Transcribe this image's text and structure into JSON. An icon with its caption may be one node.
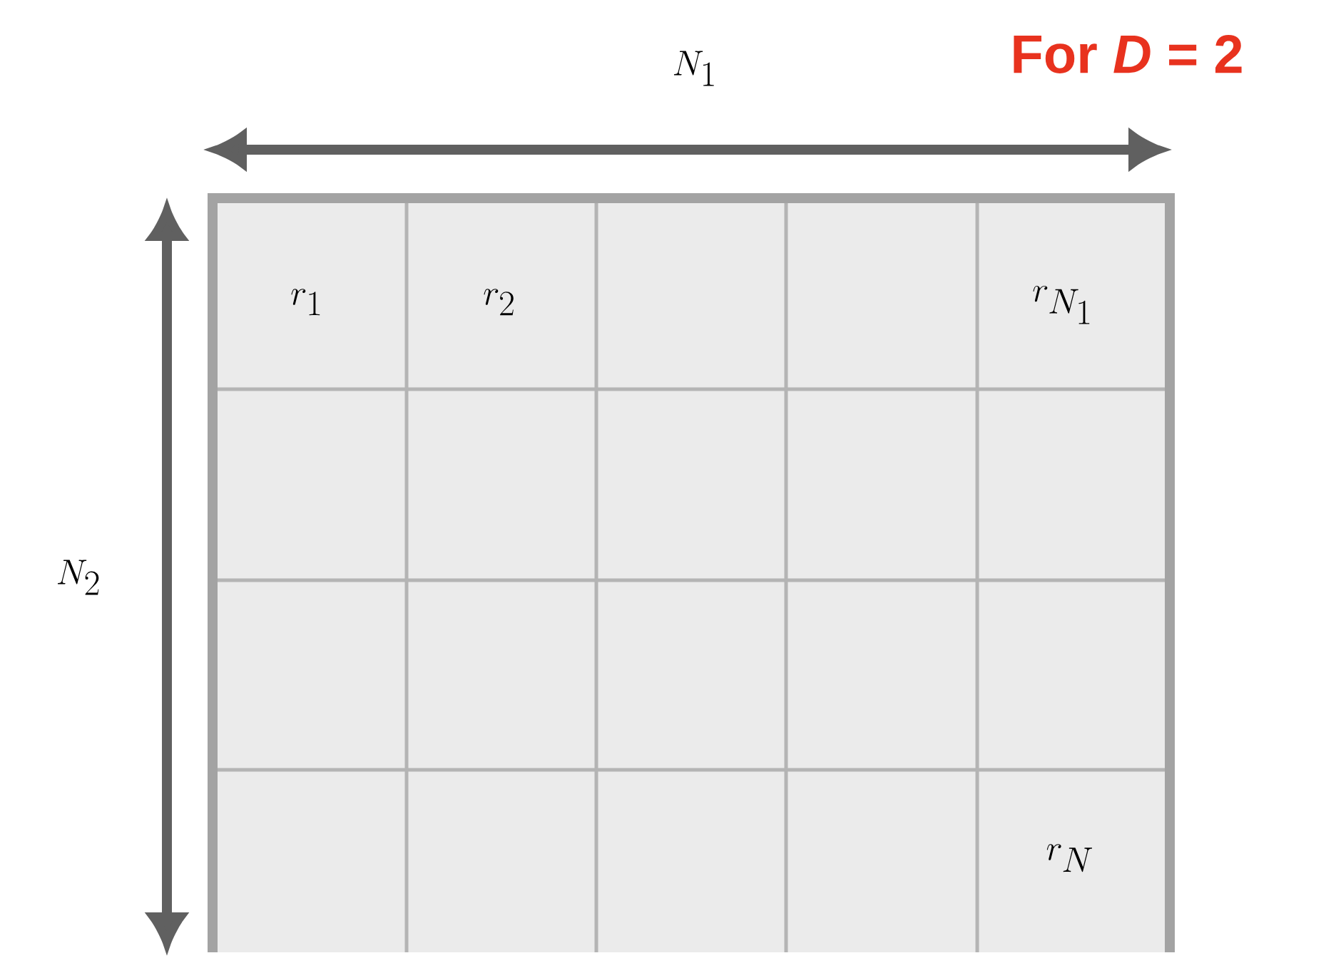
{
  "diagram": {
    "title": "**For** *D* = 2",
    "labels": [
      "N_1",
      "r_1",
      "r_2",
      "r_{N_1}",
      "N_2",
      "r_N"
    ]
  }
}
